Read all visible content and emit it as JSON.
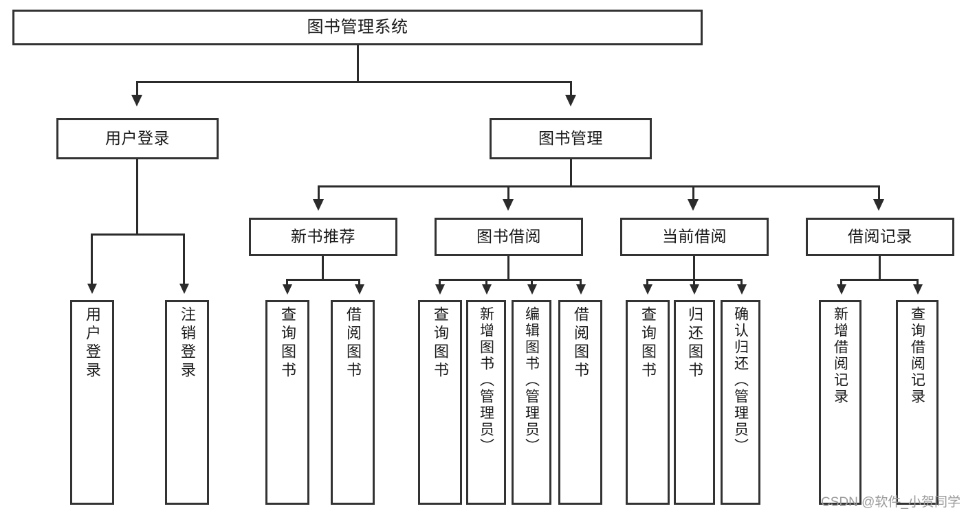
{
  "diagram": {
    "title": "图书管理系统",
    "type": "tree",
    "watermark": "CSDN @软件_小贺同学",
    "colors": {
      "box_border": "#333333",
      "box_fill": "#ffffff",
      "connector": "#2b2b2b",
      "text": "#1a1a1a",
      "watermark": "#9a9a9a"
    },
    "root": {
      "label": "图书管理系统"
    },
    "level2": [
      {
        "label": "用户登录"
      },
      {
        "label": "图书管理"
      }
    ],
    "level3": [
      {
        "label": "新书推荐"
      },
      {
        "label": "图书借阅"
      },
      {
        "label": "当前借阅"
      },
      {
        "label": "借阅记录"
      }
    ],
    "leaves": {
      "user_login": [
        {
          "label": "用户登录"
        },
        {
          "label": "注销登录"
        }
      ],
      "new_book_recommend": [
        {
          "label": "查询图书"
        },
        {
          "label": "借阅图书"
        }
      ],
      "book_borrow": [
        {
          "label": "查询图书"
        },
        {
          "label": "新增图书（管理员）"
        },
        {
          "label": "编辑图书（管理员）"
        },
        {
          "label": "借阅图书"
        }
      ],
      "current_borrow": [
        {
          "label": "查询图书"
        },
        {
          "label": "归还图书"
        },
        {
          "label": "确认归还（管理员）"
        }
      ],
      "borrow_record": [
        {
          "label": "新增借阅记录"
        },
        {
          "label": "查询借阅记录"
        }
      ]
    }
  }
}
